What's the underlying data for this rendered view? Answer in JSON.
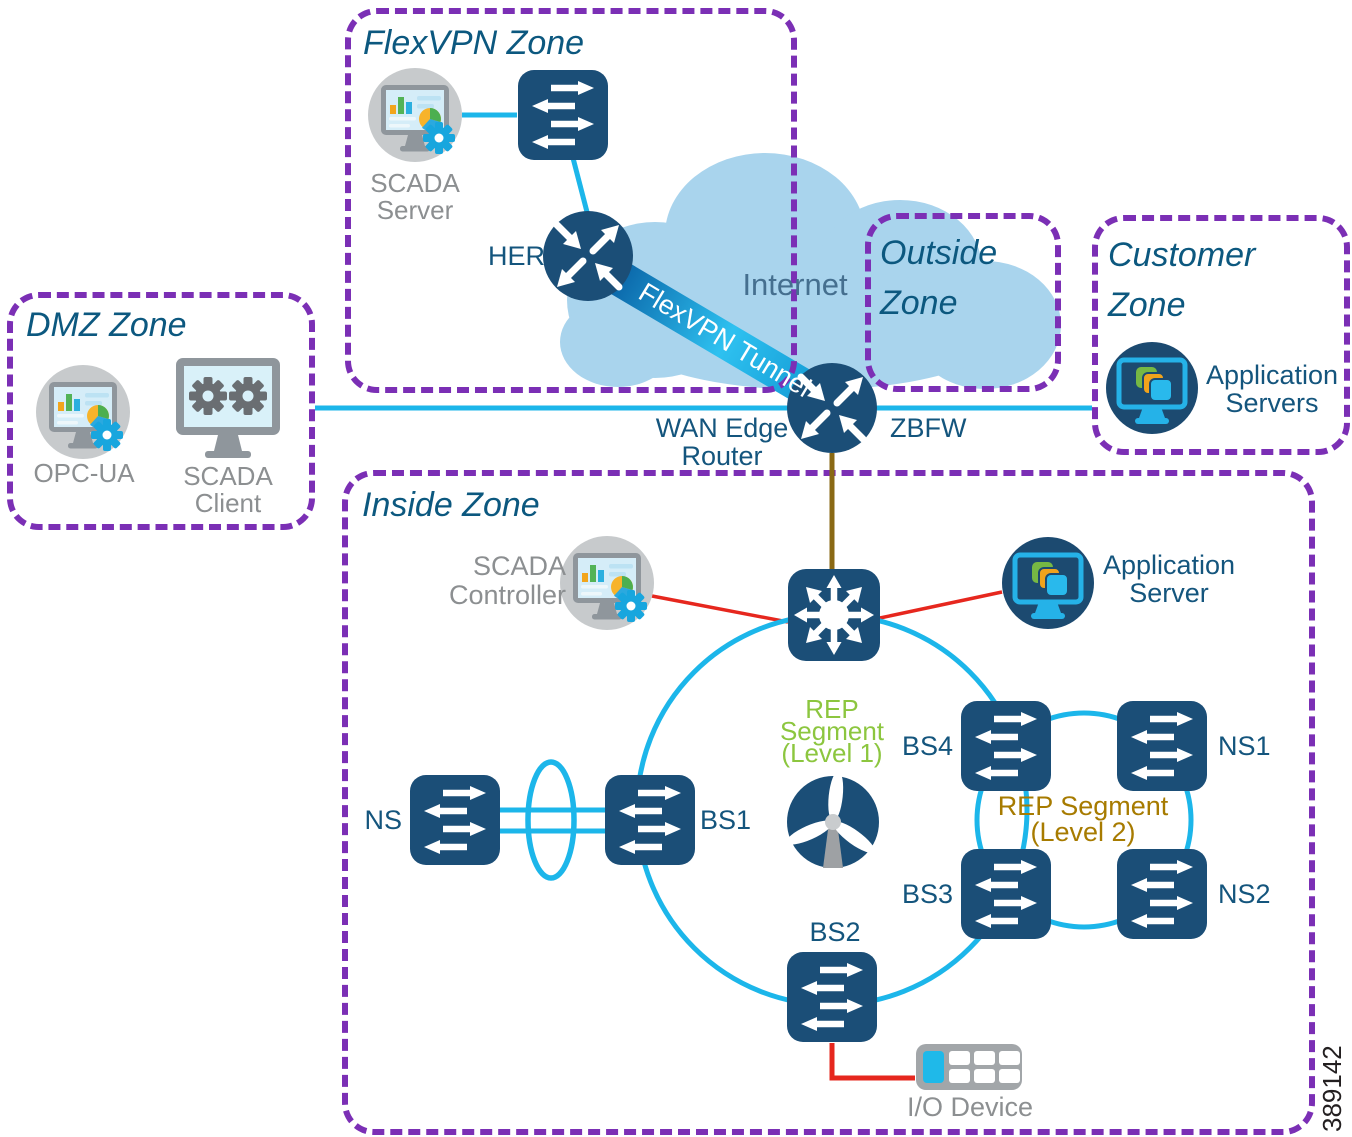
{
  "zones": {
    "flexvpn": {
      "title": "FlexVPN Zone"
    },
    "dmz": {
      "title": "DMZ Zone"
    },
    "outside": {
      "line1": "Outside",
      "line2": "Zone"
    },
    "customer": {
      "line1": "Customer",
      "line2": "Zone"
    },
    "inside": {
      "title": "Inside Zone"
    }
  },
  "cloud": {
    "label": "Internet"
  },
  "tunnel": {
    "label": "FlexVPN Tunnel"
  },
  "nodes": {
    "scada_server": {
      "line1": "SCADA",
      "line2": "Server"
    },
    "her": {
      "label": "HER"
    },
    "wan_edge_router": {
      "line1": "WAN Edge",
      "line2": "Router"
    },
    "zbfw": {
      "label": "ZBFW"
    },
    "opc_ua": {
      "label": "OPC-UA"
    },
    "scada_client": {
      "line1": "SCADA",
      "line2": "Client"
    },
    "customer_app_servers": {
      "line1": "Application",
      "line2": "Servers"
    },
    "scada_controller": {
      "line1": "SCADA",
      "line2": "Controller"
    },
    "inside_app_server": {
      "line1": "Application",
      "line2": "Server"
    },
    "ns": {
      "label": "NS"
    },
    "bs1": {
      "label": "BS1"
    },
    "bs2": {
      "label": "BS2"
    },
    "bs3": {
      "label": "BS3"
    },
    "bs4": {
      "label": "BS4"
    },
    "ns1": {
      "label": "NS1"
    },
    "ns2": {
      "label": "NS2"
    },
    "io_device": {
      "label": "I/O Device"
    }
  },
  "annotations": {
    "rep_level1": {
      "line1": "REP",
      "line2": "Segment",
      "line3": "(Level 1)"
    },
    "rep_level2": {
      "line1": "REP Segment",
      "line2": "(Level 2)"
    },
    "figure_number": "389142"
  },
  "colors": {
    "zone_border_purple": "#7B2FB5",
    "node_navy": "#1B4E77",
    "link_cyan": "#1CB6EA",
    "link_red": "#E6271E",
    "link_brown": "#8A6914",
    "cloud_blue": "#A9D4ED",
    "rep_level1_green": "#8CC63F",
    "rep_level2_gold": "#A77B00",
    "zone_title_blue": "#0C587F",
    "label_blue": "#14557D",
    "label_gray": "#8C8F91"
  }
}
